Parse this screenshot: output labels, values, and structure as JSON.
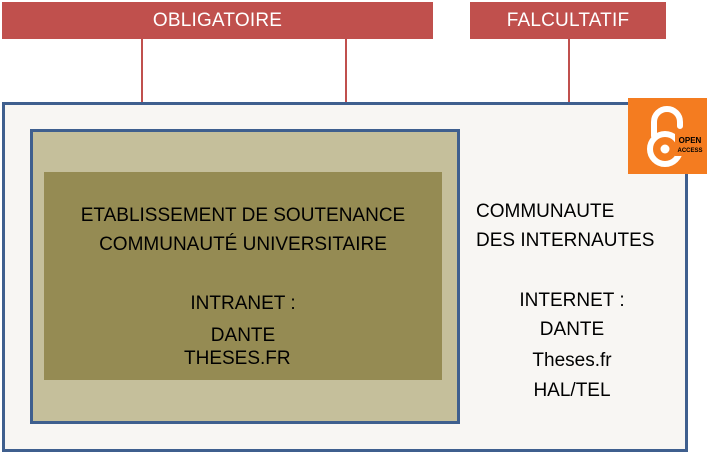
{
  "headers": {
    "obligatoire": "OBLIGATOIRE",
    "facultatif": "FALCULTATIF"
  },
  "intranet_block": {
    "line1": "ETABLISSEMENT DE SOUTENANCE",
    "line2": "COMMUNAUTÉ UNIVERSITAIRE",
    "label": "INTRANET :",
    "item1": "DANTE",
    "item2": "THESES.FR"
  },
  "internet_block": {
    "line1": "COMMUNAUTE",
    "line2": "DES INTERNAUTES",
    "label": "INTERNET :",
    "item1": "DANTE",
    "item2": "Theses.fr",
    "item3": "HAL/TEL"
  },
  "logo": {
    "icon": "open-access-icon",
    "line1": "OPEN",
    "line2": "ACCESS"
  },
  "colors": {
    "header": "#c0504d",
    "border": "#3f5f8e",
    "outer_fill": "#f8f6f3",
    "middle_fill": "#c5bf9b",
    "inner_fill": "#958b53",
    "logo_bg": "#f47c20"
  }
}
